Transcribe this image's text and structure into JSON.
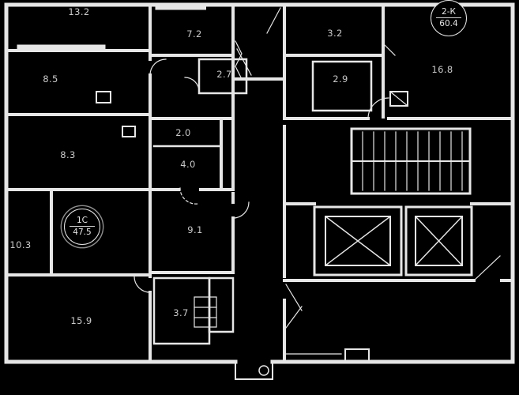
{
  "plan": {
    "background": "#000000",
    "wall_color": "#e6e6e6",
    "label_color": "#c9c9c9",
    "rooms": [
      {
        "id": "room-13-2",
        "area": "13.2"
      },
      {
        "id": "room-7-2",
        "area": "7.2"
      },
      {
        "id": "room-2-7",
        "area": "2.7"
      },
      {
        "id": "room-8-5",
        "area": "8.5"
      },
      {
        "id": "room-3-2",
        "area": "3.2"
      },
      {
        "id": "room-2-9",
        "area": "2.9"
      },
      {
        "id": "room-16-8",
        "area": "16.8"
      },
      {
        "id": "room-8-3",
        "area": "8.3"
      },
      {
        "id": "room-2-0",
        "area": "2.0"
      },
      {
        "id": "room-4-0",
        "area": "4.0"
      },
      {
        "id": "room-9-1",
        "area": "9.1"
      },
      {
        "id": "room-10-3",
        "area": "10.3"
      },
      {
        "id": "room-15-9",
        "area": "15.9"
      },
      {
        "id": "room-3-7",
        "area": "3.7"
      }
    ],
    "unit_badges": [
      {
        "id": "unit-1c",
        "line1": "1С",
        "line2": "47.5"
      },
      {
        "id": "unit-2k",
        "line1": "2-К",
        "line2": "60.4"
      }
    ]
  }
}
